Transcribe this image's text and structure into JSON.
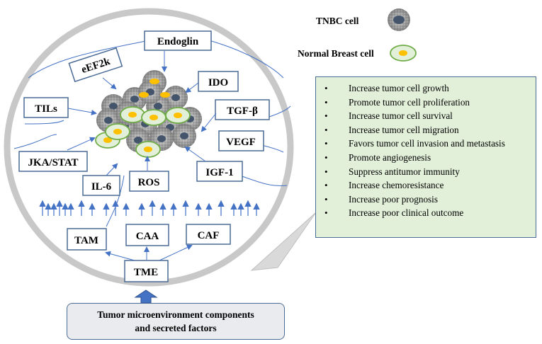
{
  "legend": {
    "tnbc_label": "TNBC cell",
    "normal_label": "Normal Breast cell"
  },
  "factors": {
    "endoglin": "Endoglin",
    "eef2k": "eEF2k",
    "ido": "IDO",
    "tils": "TILs",
    "tgfb": "TGF-β",
    "vegf": "VEGF",
    "jka_stat": "JKA/STAT",
    "igf1": "IGF-1",
    "il6": "IL-6",
    "ros": "ROS"
  },
  "tme": {
    "tam": "TAM",
    "caa": "CAA",
    "caf": "CAF",
    "tme": "TME"
  },
  "effects": [
    "Increase tumor cell growth",
    "Promote tumor cell proliferation",
    "Increase tumor cell survival",
    "Increase tumor cell migration",
    "Favors tumor cell invasion and metastasis",
    "Promote angiogenesis",
    "Suppress antitumor immunity",
    "Increase chemoresistance",
    "Increase poor prognosis",
    "Increase poor clinical outcome"
  ],
  "bottom_caption": {
    "line1": "Tumor microenvironment components",
    "line2": "and secreted factors"
  },
  "colors": {
    "ring": "#c8c8c8",
    "box_border": "#4a6b96",
    "arrow": "#4472c4",
    "panel_bg": "#e2efd9",
    "normal_cell_fill": "#e2efd9",
    "normal_cell_border": "#70ad47",
    "nucleus": "#ffc000",
    "tnbc_cell": "#a6a6a6",
    "tnbc_nucleus": "#44546a"
  }
}
